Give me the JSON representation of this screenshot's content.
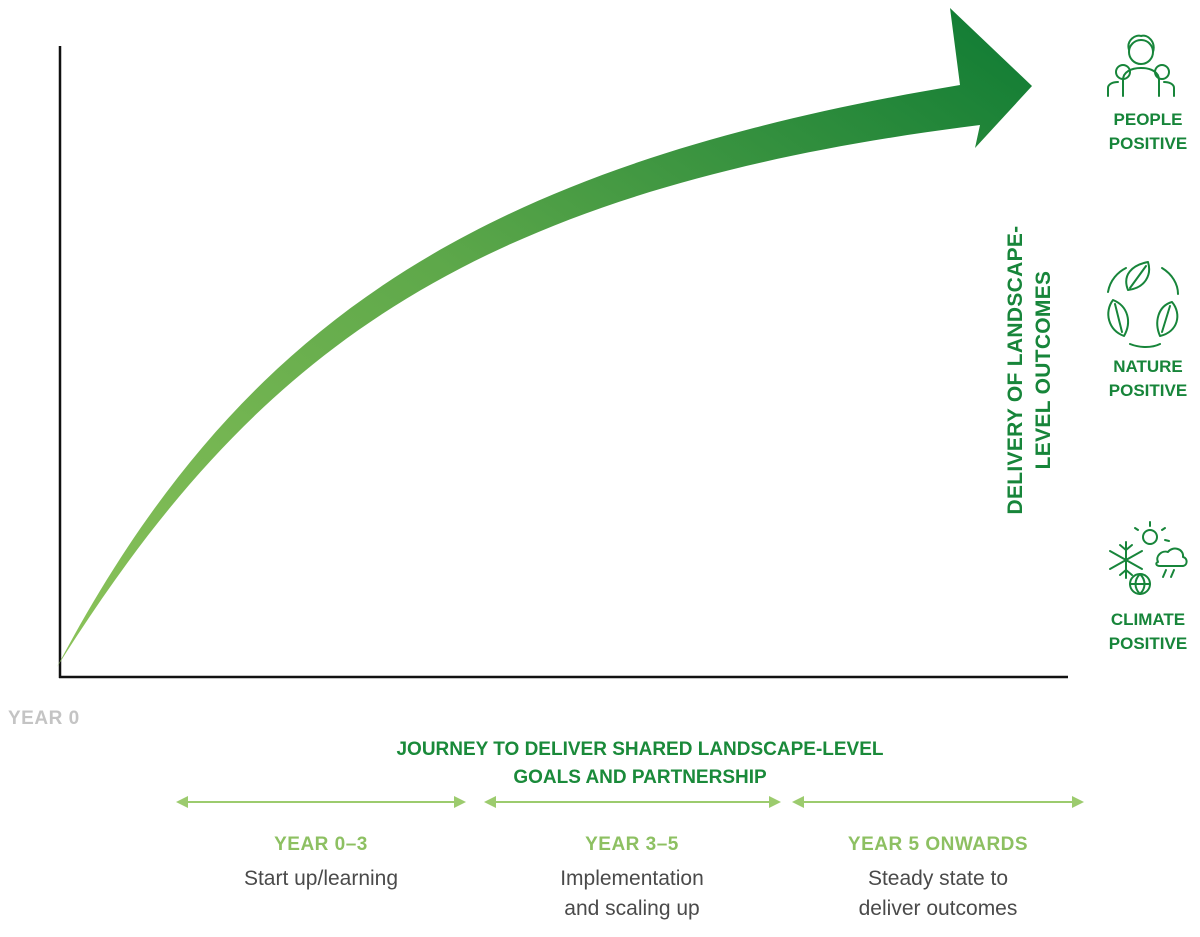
{
  "axis": {
    "start_label": "YEAR 0",
    "y_title_line1": "DELIVERY OF LANDSCAPE-",
    "y_title_line2": "LEVEL OUTCOMES"
  },
  "journey": {
    "line1": "JOURNEY TO DELIVER SHARED LANDSCAPE-LEVEL",
    "line2": "GOALS AND PARTNERSHIP"
  },
  "phases": [
    {
      "title": "YEAR 0–3",
      "desc_line1": "Start up/learning",
      "desc_line2": ""
    },
    {
      "title": "YEAR 3–5",
      "desc_line1": "Implementation",
      "desc_line2": "and scaling up"
    },
    {
      "title": "YEAR 5 ONWARDS",
      "desc_line1": "Steady state to",
      "desc_line2": "deliver outcomes"
    }
  ],
  "outcomes": [
    {
      "icon": "people-icon",
      "line1": "PEOPLE",
      "line2": "POSITIVE"
    },
    {
      "icon": "leaves-icon",
      "line1": "NATURE",
      "line2": "POSITIVE"
    },
    {
      "icon": "climate-icon",
      "line1": "CLIMATE",
      "line2": "POSITIVE"
    }
  ],
  "colors": {
    "arrow_start": "#8cc35a",
    "arrow_end": "#0d7a33",
    "heading_green": "#17853a",
    "light_green": "#8dc062",
    "grey": "#c4c4c4"
  }
}
